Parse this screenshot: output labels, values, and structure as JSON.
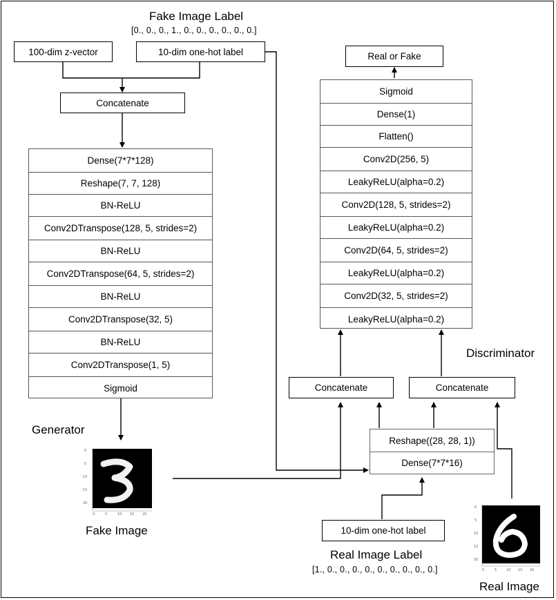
{
  "fake_label": {
    "title": "Fake Image Label",
    "vector": "[0., 0., 0., 1., 0., 0., 0., 0., 0., 0.]"
  },
  "inputs": {
    "z_vector": "100-dim z-vector",
    "onehot_fake": "10-dim one-hot label",
    "onehot_real": "10-dim one-hot label"
  },
  "generator": {
    "title": "Generator",
    "concat": "Concatenate",
    "layers": [
      "Dense(7*7*128)",
      "Reshape(7, 7, 128)",
      "BN-ReLU",
      "Conv2DTranspose(128, 5, strides=2)",
      "BN-ReLU",
      "Conv2DTranspose(64, 5, strides=2)",
      "BN-ReLU",
      "Conv2DTranspose(32, 5)",
      "BN-ReLU",
      "Conv2DTranspose(1, 5)",
      "Sigmoid"
    ]
  },
  "discriminator": {
    "title": "Discriminator",
    "output": "Real or Fake",
    "layers": [
      "Sigmoid",
      "Dense(1)",
      "Flatten()",
      "Conv2D(256, 5)",
      "LeakyReLU(alpha=0.2)",
      "Conv2D(128, 5, strides=2)",
      "LeakyReLU(alpha=0.2)",
      "Conv2D(64, 5, strides=2)",
      "LeakyReLU(alpha=0.2)",
      "Conv2D(32, 5, strides=2)",
      "LeakyReLU(alpha=0.2)"
    ],
    "concat_left": "Concatenate",
    "concat_right": "Concatenate"
  },
  "label_embed": {
    "layers": [
      "Reshape((28, 28, 1))",
      "Dense(7*7*16)"
    ]
  },
  "images": {
    "fake_caption": "Fake Image",
    "real_caption": "Real Image"
  },
  "real_label": {
    "title": "Real Image Label",
    "vector": "[1., 0., 0., 0., 0., 0., 0., 0., 0., 0.]"
  }
}
